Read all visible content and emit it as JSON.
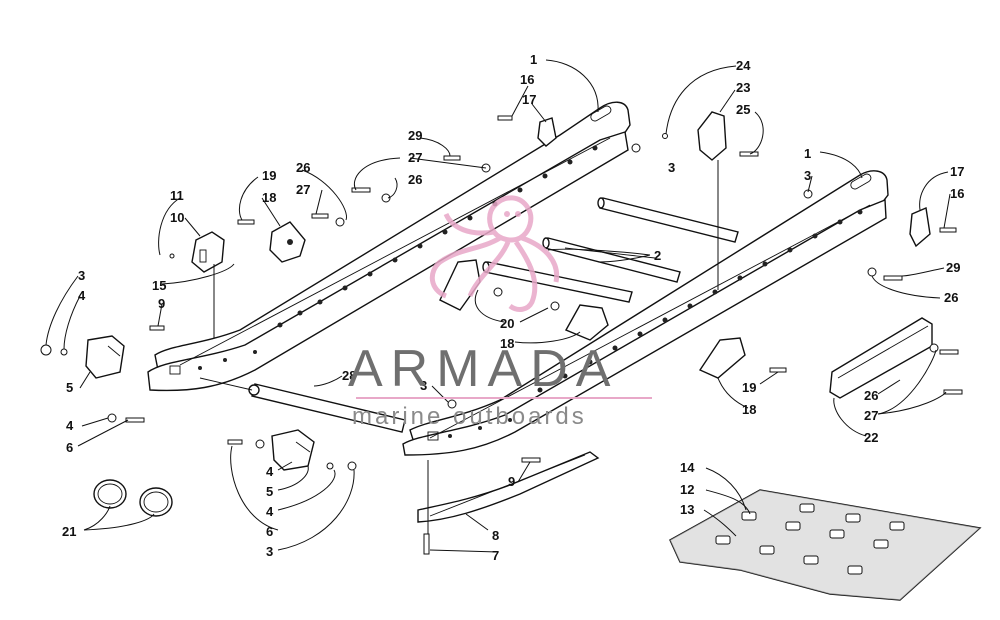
{
  "watermark": {
    "title": "ARMADA",
    "subtitle": "marine outboards",
    "logo_color": "#e8a8c8",
    "text_color": "#6f6f6f",
    "rule_color": "#e8a8c8"
  },
  "callouts": {
    "c1a": "1",
    "c16a": "16",
    "c17a": "17",
    "c24": "24",
    "c23": "23",
    "c25": "25",
    "c29a": "29",
    "c27a": "27",
    "c26a": "26",
    "c26b": "26",
    "c27b": "27",
    "c3a": "3",
    "c19a": "19",
    "c18a": "18",
    "c11": "11",
    "c10": "10",
    "c15": "15",
    "c3b": "3",
    "c4a": "4",
    "c9a": "9",
    "c5a": "5",
    "c4b": "4",
    "c6a": "6",
    "c28": "28",
    "c3c": "3",
    "c2": "2",
    "c20": "20",
    "c18b": "18",
    "c1b": "1",
    "c3d": "3",
    "c17b": "17",
    "c16b": "16",
    "c29b": "29",
    "c26c": "26",
    "c19b": "19",
    "c18c": "18",
    "c26d": "26",
    "c27c": "27",
    "c22": "22",
    "c4c": "4",
    "c5b": "5",
    "c4d": "4",
    "c6b": "6",
    "c3e": "3",
    "c9b": "9",
    "c8": "8",
    "c7": "7",
    "c21": "21",
    "c14": "14",
    "c12": "12",
    "c13": "13"
  }
}
